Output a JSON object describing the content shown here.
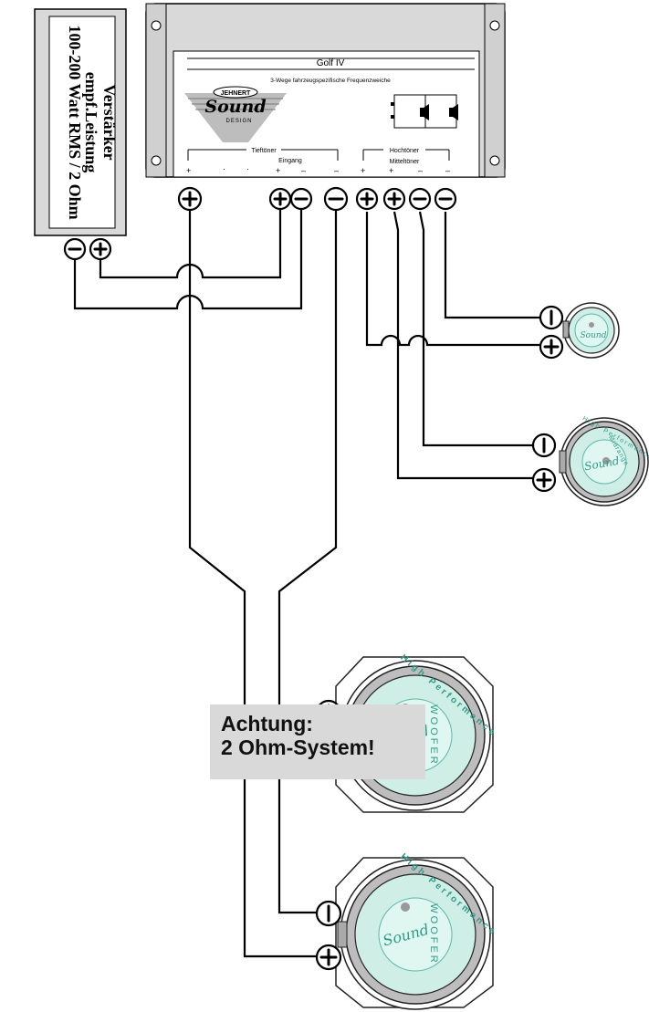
{
  "amplifier": {
    "line1": "Verstärker",
    "line2": "empf.Leistung",
    "line3": "100-200 Watt RMS / 2 Ohm"
  },
  "crossover": {
    "title": "Golf IV",
    "subtitle": "3-Wege fahrzeugspezifische Frequenzweiche",
    "brand_top": "JEHNERT",
    "brand_main": "Sound",
    "brand_sub": "DESIGN",
    "label_tieftoner": "Tieftöner",
    "label_eingang": "Eingang",
    "label_hochtoner": "Hochtöner",
    "label_mitteltoner": "Mitteltöner"
  },
  "speakers": {
    "woofer_ring": "High Performance",
    "woofer_center": "WOOFER",
    "midrange_ring": "High Performance",
    "midrange_center": "Midrange",
    "logo": "Sound"
  },
  "warning": {
    "line1": "Achtung:",
    "line2": "2 Ohm-System!"
  }
}
